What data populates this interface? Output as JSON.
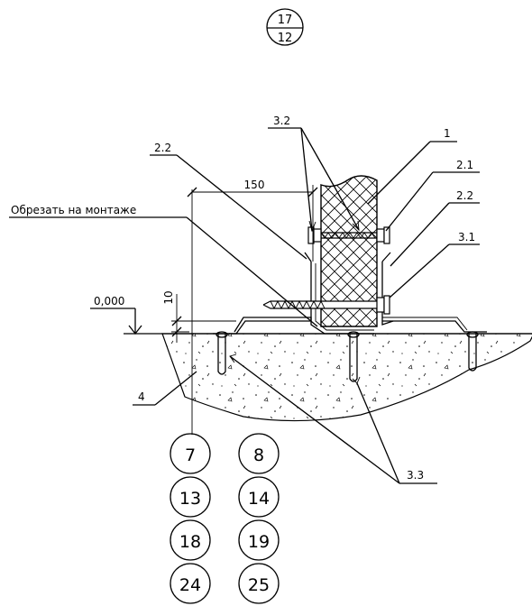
{
  "section_marker": {
    "top": "17",
    "bottom": "12"
  },
  "callouts": {
    "c1": "1",
    "c2_1": "2.1",
    "c2_2_right": "2.2",
    "c3_1": "3.1",
    "c3_2": "3.2",
    "c2_2_left": "2.2",
    "c3_3": "3.3",
    "c4": "4"
  },
  "note": "Обрезать на монтаже",
  "dimensions": {
    "width": "150",
    "height": "10"
  },
  "level_mark": "0,000",
  "reference_circles": [
    {
      "left": "7",
      "right": "8"
    },
    {
      "left": "13",
      "right": "14"
    },
    {
      "left": "18",
      "right": "19"
    },
    {
      "left": "24",
      "right": "25"
    }
  ]
}
